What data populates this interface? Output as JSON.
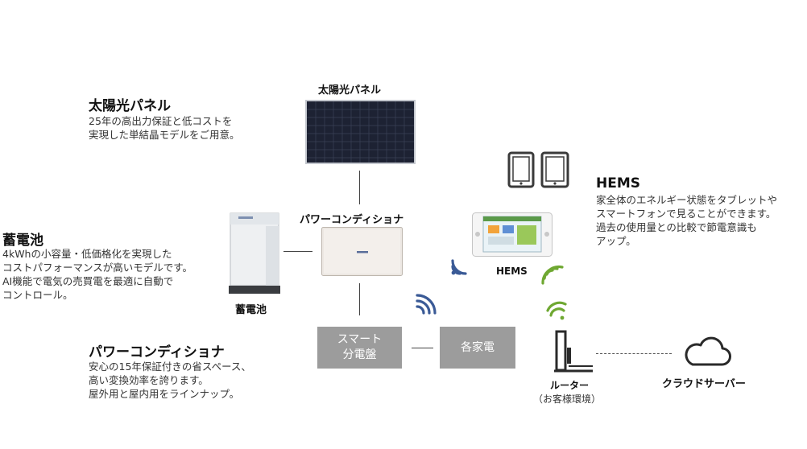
{
  "descriptions": {
    "solar": {
      "title": "太陽光パネル",
      "text": "25年の高出力保証と低コストを\n実現した単結晶モデルをご用意。"
    },
    "battery": {
      "title": "蓄電池",
      "text": "4kWhの小容量・低価格化を実現した\nコストパフォーマンスが高いモデルです。\nAI機能で電気の売買電を最適に自動で\nコントロール。"
    },
    "conditioner": {
      "title": "パワーコンディショナ",
      "text": "安心の15年保証付きの省スペース、\n高い変換効率を誇ります。\n屋外用と屋内用をラインナップ。"
    },
    "hems": {
      "title": "HEMS",
      "text": "家全体のエネルギー状態をタブレットや\nスマートフォンで見ることができます。\n過去の使用量との比較で節電意識も\nアップ。"
    }
  },
  "diagram": {
    "solar_label": "太陽光パネル",
    "conditioner_label": "パワーコンディショナ",
    "battery_label": "蓄電池",
    "hems_label": "HEMS",
    "smart_panel_label": "スマート\n分電盤",
    "appliances_label": "各家電",
    "router_label": "ルーター",
    "router_sub": "（お客様環境）",
    "cloud_label": "クラウドサーバー"
  },
  "colors": {
    "box_gray": "#9c9c9c",
    "wifi_blue": "#3a5a96",
    "wifi_green": "#6fa832",
    "panel_dark": "#1d2233"
  },
  "icons": [
    "tablet-icon",
    "tablet-icon",
    "wifi-icon",
    "router-icon",
    "cloud-icon"
  ]
}
